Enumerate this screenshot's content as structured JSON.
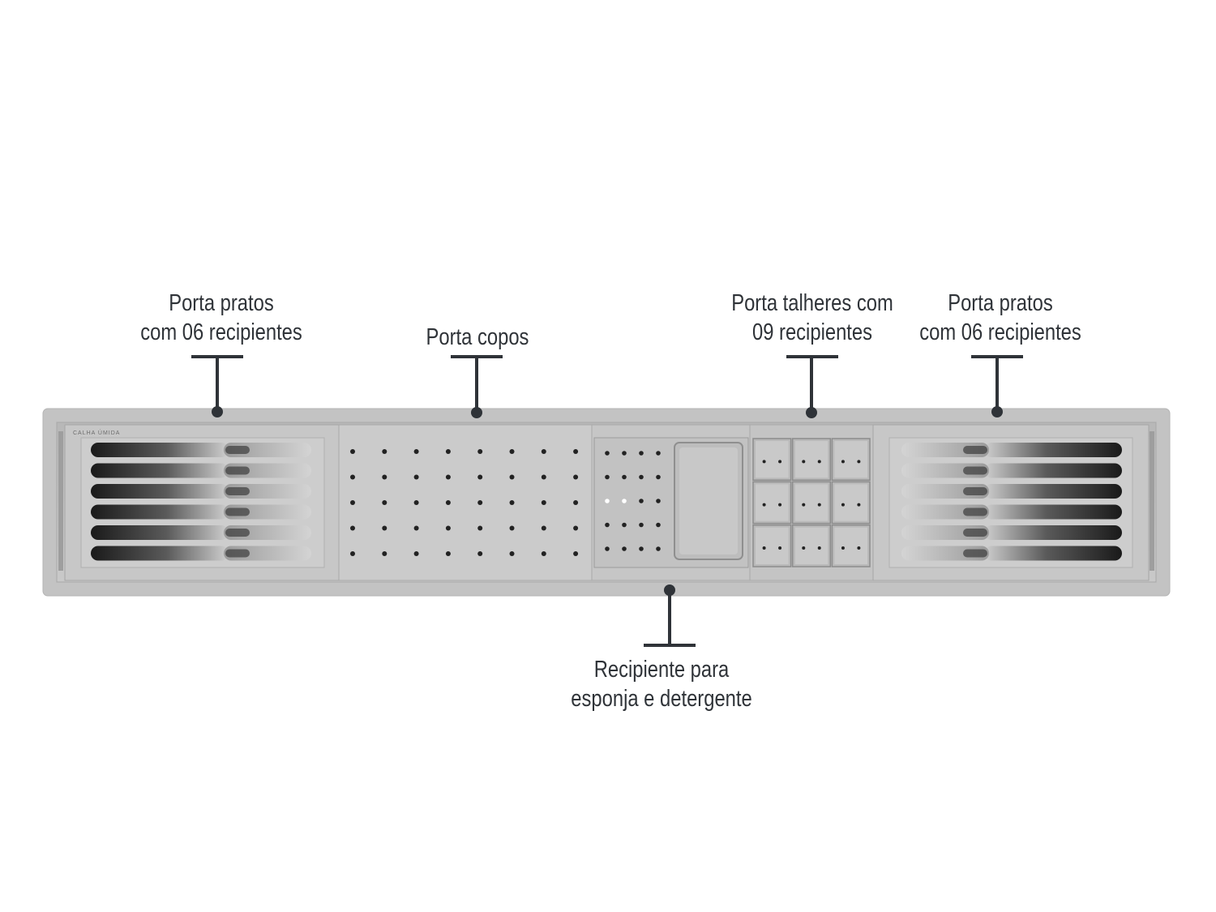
{
  "colors": {
    "text": "#2f3338",
    "frame": "#bfbfbf",
    "panel": "#cacaca",
    "hole": "#222222",
    "slot_dark": "#1a1a1a"
  },
  "callouts": {
    "left_dish_rack": {
      "line1": "Porta pratos",
      "line2": "com 06 recipientes"
    },
    "cup_holder": {
      "line1": "Porta copos"
    },
    "cutlery_holder": {
      "line1": "Porta talheres com",
      "line2": "09 recipientes"
    },
    "right_dish_rack": {
      "line1": "Porta pratos",
      "line2": "com 06 recipientes"
    },
    "sponge_holder": {
      "line1": "Recipiente para",
      "line2": "esponja e detergente"
    }
  },
  "product": {
    "engraving": "CALHA ÚMIDA",
    "left_dish_rack_slots": 6,
    "right_dish_rack_slots": 6,
    "cutlery_compartments": 9
  }
}
